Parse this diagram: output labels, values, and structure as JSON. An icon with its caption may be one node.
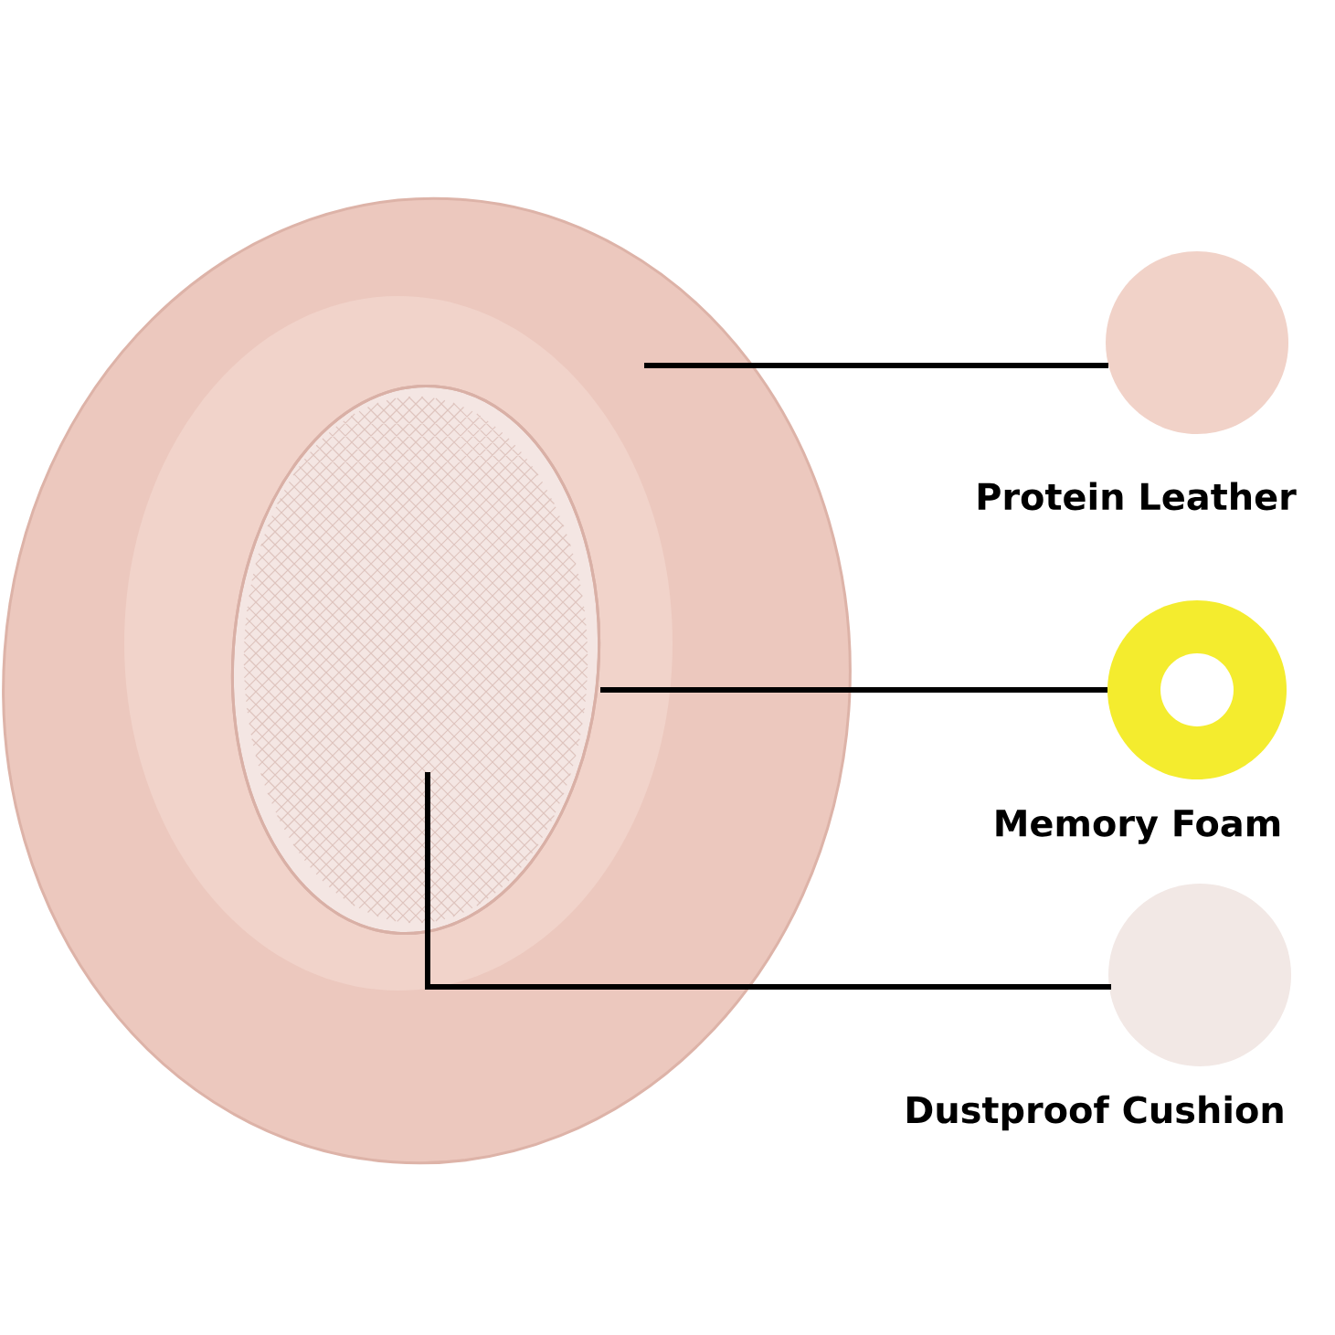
{
  "diagram": {
    "nodes": [
      {
        "text": [],
        "shape": "picture"
      },
      {
        "text": [],
        "shape": "circle",
        "in": 0
      },
      {
        "text": [
          "Protein Leather"
        ]
      },
      {
        "text": [
          "Memory Foam"
        ]
      },
      {
        "text": [
          "Dustproof Cushion"
        ]
      }
    ],
    "edges": [
      {
        "from": 2,
        "to": 0,
        "arrow": "none"
      },
      {
        "from": 3,
        "to": 0,
        "arrow": "none"
      },
      {
        "from": 4,
        "to": 1,
        "arrow": "none"
      }
    ]
  }
}
